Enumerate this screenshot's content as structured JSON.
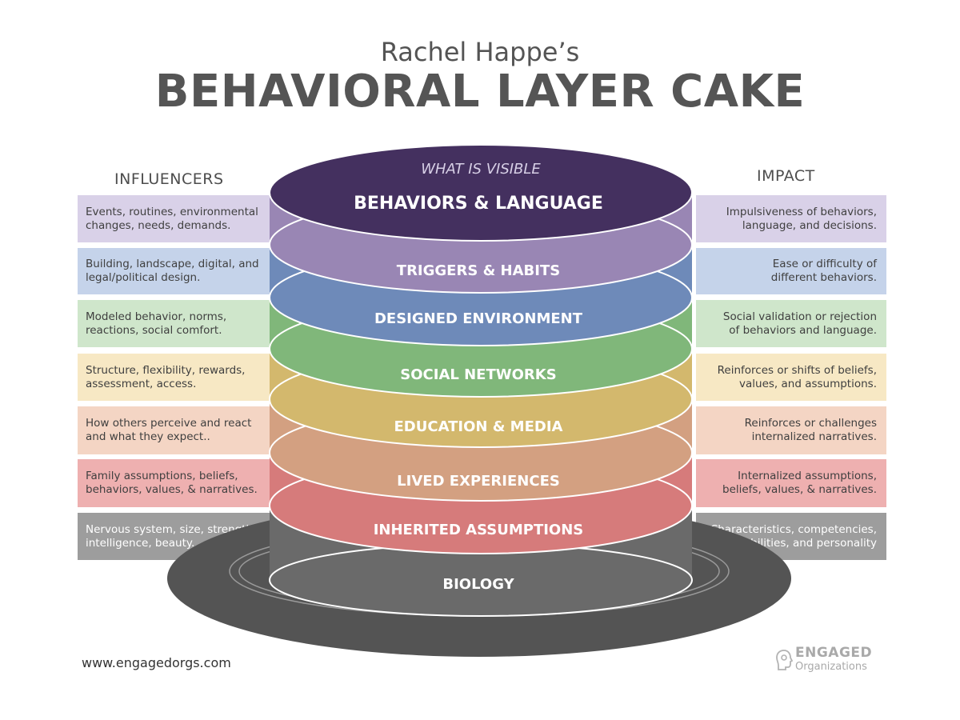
{
  "header": {
    "subtitle": "Rachel Happe’s",
    "title": "BEHAVIORAL LAYER CAKE"
  },
  "columns": {
    "left_heading": "INFLUENCERS",
    "right_heading": "IMPACT"
  },
  "cake": {
    "top_caption": "WHAT IS VISIBLE",
    "top_label": "BEHAVIORS & LANGUAGE",
    "layers": [
      {
        "label": "TRIGGERS & HABITS",
        "color": "#9986b4",
        "influencer": [
          "Events, routines, environmental",
          "changes, needs, demands."
        ],
        "influencer_bg": "#d9d1e8",
        "impact": [
          "Impulsiveness of behaviors,",
          "language, and decisions."
        ],
        "impact_bg": "#d9d1e8"
      },
      {
        "label": "DESIGNED ENVIRONMENT",
        "color": "#6e8ab9",
        "influencer": [
          "Building, landscape, digital, and",
          "legal/political design."
        ],
        "influencer_bg": "#c5d3ea",
        "impact": [
          "Ease or difficulty of",
          "different behaviors."
        ],
        "impact_bg": "#c5d3ea"
      },
      {
        "label": "SOCIAL NETWORKS",
        "color": "#80b77a",
        "influencer": [
          "Modeled behavior, norms,",
          "reactions, social comfort."
        ],
        "influencer_bg": "#cfe6cb",
        "impact": [
          "Social validation or rejection",
          "of behaviors and language."
        ],
        "impact_bg": "#cfe6cb"
      },
      {
        "label": "EDUCATION & MEDIA",
        "color": "#d3b86d",
        "influencer": [
          "Structure, flexibility, rewards,",
          "assessment, access."
        ],
        "influencer_bg": "#f7e8c4",
        "impact": [
          "Reinforces or shifts of beliefs,",
          "values, and assumptions."
        ],
        "impact_bg": "#f7e8c4"
      },
      {
        "label": "LIVED EXPERIENCES",
        "color": "#d3a081",
        "influencer": [
          "How others perceive and react",
          "and what they expect.."
        ],
        "influencer_bg": "#f4d5c4",
        "impact": [
          "Reinforces or challenges",
          "internalized narratives."
        ],
        "impact_bg": "#f4d5c4"
      },
      {
        "label": "INHERITED ASSUMPTIONS",
        "color": "#d67b7b",
        "influencer": [
          "Family assumptions, beliefs,",
          "behaviors, values, & narratives."
        ],
        "influencer_bg": "#eeb0b0",
        "impact": [
          "Internalized assumptions,",
          "beliefs, values, & narratives."
        ],
        "impact_bg": "#eeb0b0"
      },
      {
        "label": "BIOLOGY",
        "color": "#6a6a6a",
        "influencer": [
          "Nervous system, size, strength,",
          "intelligence, beauty."
        ],
        "influencer_bg": "#9d9d9d",
        "impact": [
          "Characteristics, competencies,",
          "abilities, and personality"
        ],
        "impact_bg": "#9d9d9d"
      }
    ],
    "top_color": "#44305f",
    "plate_color": "#545454"
  },
  "footer": {
    "url": "www.engagedorgs.com",
    "logo_word1": "ENGAGED",
    "logo_word2": "Organizations",
    "logo_icon": "brain-gear-icon"
  }
}
